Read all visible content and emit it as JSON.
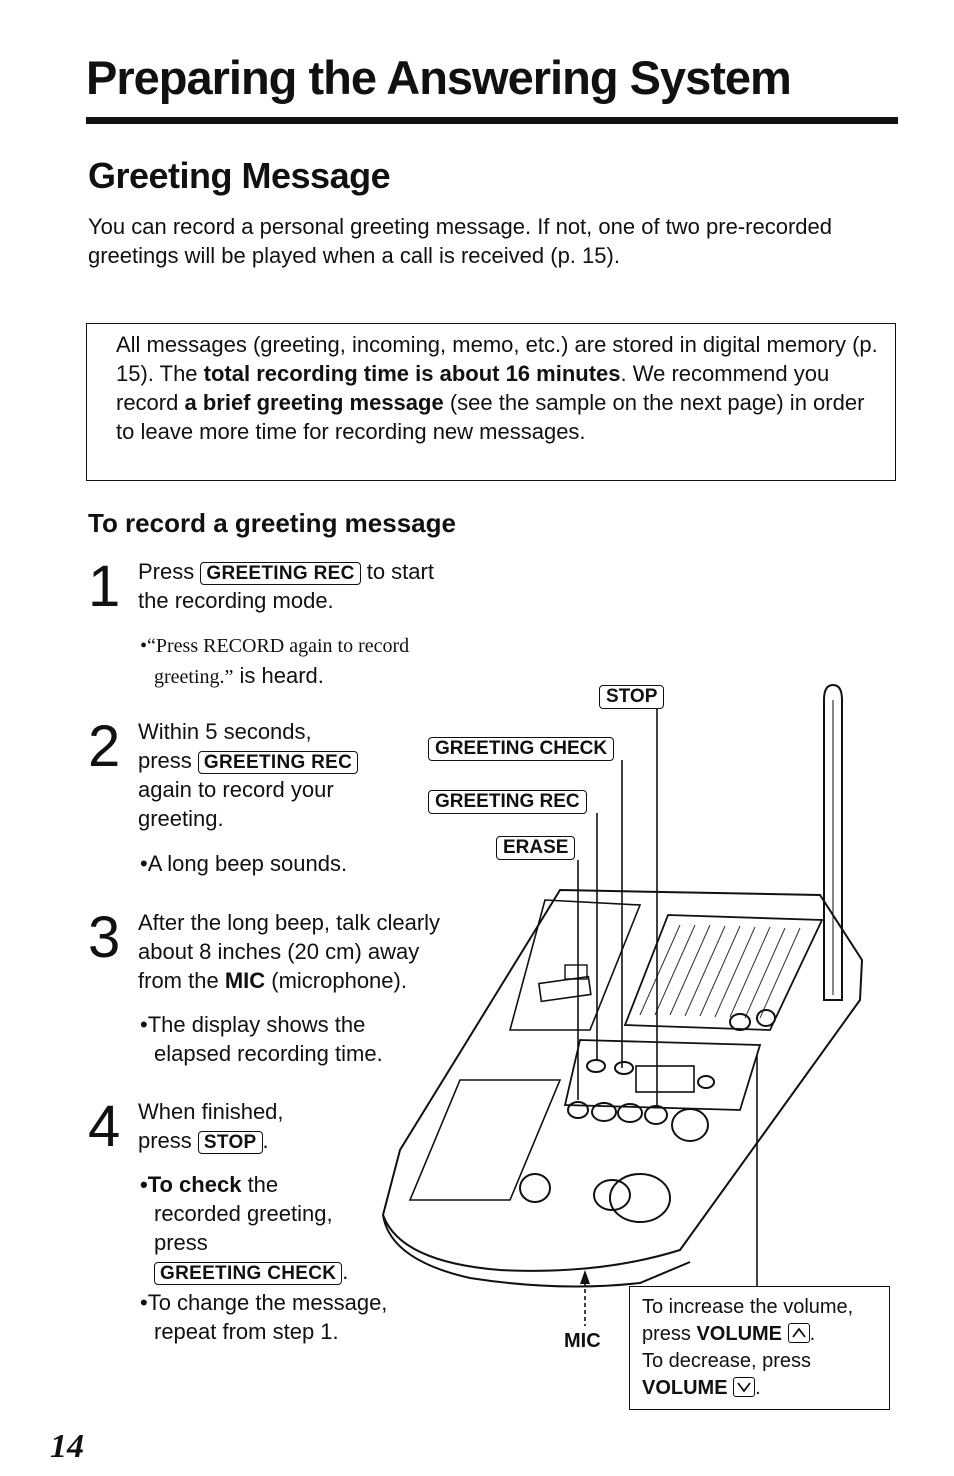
{
  "page": {
    "title": "Preparing the Answering System",
    "subtitle": "Greeting Message",
    "intro": "You can record a personal greeting message. If not, one of two pre-recorded greetings will be played when a call is received (p. 15).",
    "note": {
      "t1": "All messages (greeting, incoming, memo, etc.) are stored in digital memory (p. 15). The ",
      "b1": "total recording time is about 16 minutes",
      "t2": ". We recommend you record ",
      "b2": "a brief greeting message",
      "t3": " (see the sample on the next page) in order to leave more time for recording new messages."
    },
    "section_heading": "To record a greeting message",
    "page_number": "14"
  },
  "steps": [
    {
      "number": "1",
      "pre": "Press ",
      "key": "GREETING REC",
      "post": " to start",
      "line2": "the recording mode.",
      "bullet_serif": "•“Press RECORD again to record",
      "bullet_serif2": "greeting.”",
      "bullet_tail": " is heard."
    },
    {
      "number": "2",
      "line1": "Within 5 seconds,",
      "pre": "press ",
      "key": "GREETING REC",
      "line3": "again to record your",
      "line4": "greeting.",
      "bullet": "•A long beep sounds."
    },
    {
      "number": "3",
      "line1": "After the long beep, talk clearly",
      "line2": "about 8 inches (20 cm) away",
      "line3_pre": "from the ",
      "line3_bold": "MIC",
      "line3_post": " (microphone).",
      "bullet1": "•The display shows the",
      "bullet2": "elapsed recording time."
    },
    {
      "number": "4",
      "line1": "When finished,",
      "pre": "press ",
      "key": "STOP",
      "post": ".",
      "check_bold": "•To check",
      "check_rest": " the",
      "check2": "recorded greeting,",
      "check3": "press",
      "check_key": "GREETING CHECK",
      "check_post": ".",
      "change1": "•To change the message,",
      "change2": "repeat from step 1."
    }
  ],
  "diagram": {
    "stop_key": "STOP",
    "greeting_check_key": "GREETING CHECK",
    "greeting_rec_key": "GREETING REC",
    "erase_key": "ERASE",
    "mic_label": "MIC",
    "volume": {
      "l1": "To increase the volume,",
      "l2_pre": "press ",
      "l2_bold": "VOLUME",
      "l3": "To decrease, press",
      "l4_bold": "VOLUME"
    }
  }
}
